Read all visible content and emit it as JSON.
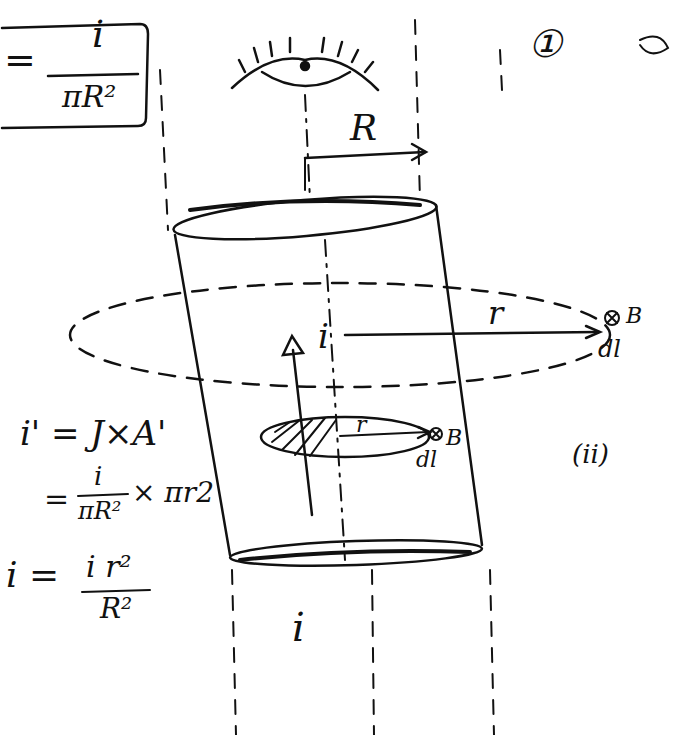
{
  "diagram": {
    "labels": [
      "=",
      "i",
      "πR²",
      "R",
      "i",
      "r",
      "B",
      "dl",
      "r",
      "B",
      "dl",
      "i' = J×A'",
      "=",
      "i",
      "πR²",
      "× πr2",
      "i =",
      "i r²",
      "R²",
      "i",
      "①",
      "(ii)"
    ]
  }
}
